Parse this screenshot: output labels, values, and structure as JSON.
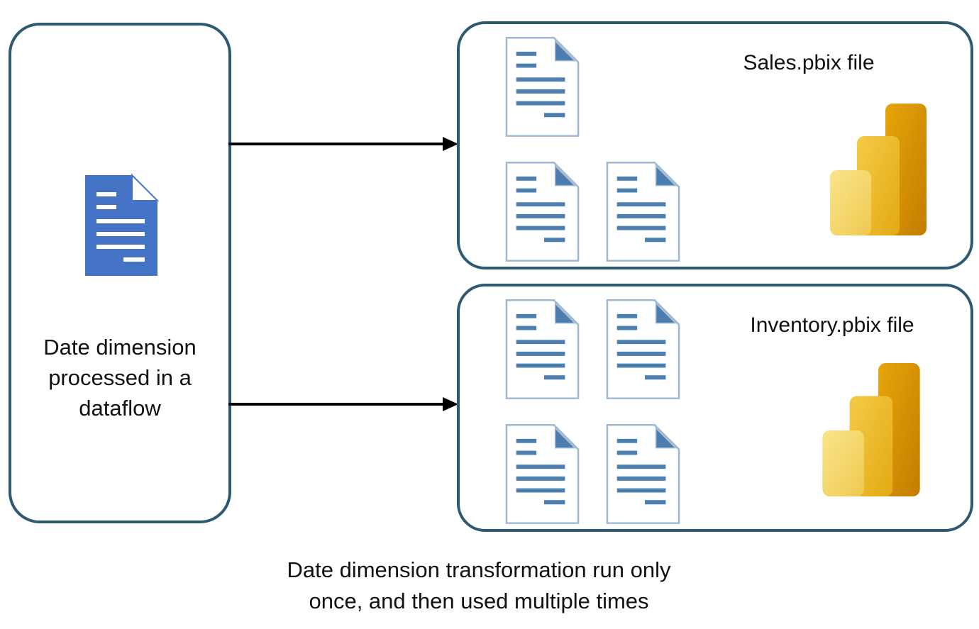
{
  "diagram": {
    "dataflow_box": {
      "label": "Date dimension processed in a dataflow"
    },
    "sales_box": {
      "title": "Sales.pbix file",
      "document_count": 3
    },
    "inventory_box": {
      "title": "Inventory.pbix file",
      "document_count": 4
    },
    "caption": {
      "line1": "Date dimension transformation run only",
      "line2": "once, and then used multiple times"
    },
    "icons": {
      "dataflow_document": "document-filled-icon",
      "query_document": "document-outline-icon",
      "power_bi": "power-bi-logo",
      "arrow": "arrowhead-right"
    },
    "colors": {
      "box_border": "#2E5972",
      "document_fill": "#4573C6",
      "document_line": "#4E7FB1",
      "document_outline_border": "#9FB8D0",
      "document_fold": "#4C7DB0",
      "arrow": "#000000",
      "pbi_bar_light_top": "#FAE58C",
      "pbi_bar_light_bottom": "#EFC94F",
      "pbi_bar_medium_top": "#F4CB47",
      "pbi_bar_medium_bottom": "#E3A912",
      "pbi_bar_dark_top": "#E6A60A",
      "pbi_bar_dark_bottom": "#C47C00",
      "text": "#111111"
    }
  }
}
